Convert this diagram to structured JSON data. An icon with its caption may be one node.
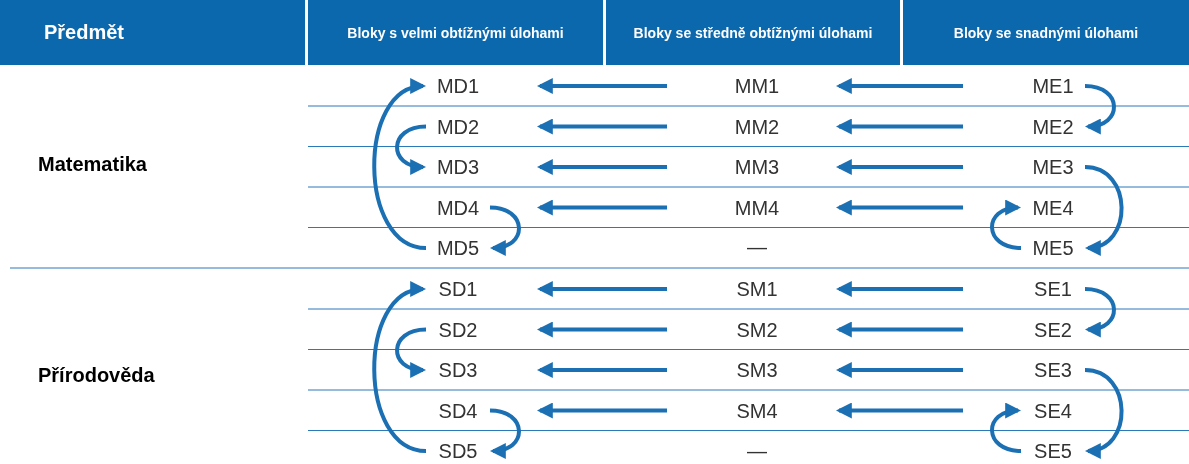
{
  "diagram": {
    "nodes": [
      {
        "text": [
          "MD1"
        ]
      },
      {
        "text": [
          "MM1"
        ]
      },
      {
        "text": [
          "ME1"
        ]
      },
      {
        "text": [
          "MD2"
        ]
      },
      {
        "text": [
          "MM2"
        ]
      },
      {
        "text": [
          "ME2"
        ]
      },
      {
        "text": [
          "MD3"
        ]
      },
      {
        "text": [
          "MM3"
        ]
      },
      {
        "text": [
          "ME3"
        ]
      },
      {
        "text": [
          "MD4"
        ]
      },
      {
        "text": [
          "MM4"
        ]
      },
      {
        "text": [
          "ME4"
        ]
      },
      {
        "text": [
          "MD5"
        ]
      },
      {
        "text": [
          "ME5"
        ]
      },
      {
        "text": [
          "SD1"
        ]
      },
      {
        "text": [
          "SM1"
        ]
      },
      {
        "text": [
          "SE1"
        ]
      },
      {
        "text": [
          "SD2"
        ]
      },
      {
        "text": [
          "SM2"
        ]
      },
      {
        "text": [
          "SE2"
        ]
      },
      {
        "text": [
          "SD3"
        ]
      },
      {
        "text": [
          "SM3"
        ]
      },
      {
        "text": [
          "SE3"
        ]
      },
      {
        "text": [
          "SD4"
        ]
      },
      {
        "text": [
          "SM4"
        ]
      },
      {
        "text": [
          "SE4"
        ]
      },
      {
        "text": [
          "SD5"
        ]
      },
      {
        "text": [
          "SE5"
        ]
      }
    ],
    "edges": [
      {
        "from": 1,
        "to": 0,
        "arrow": "to"
      },
      {
        "from": 2,
        "to": 1,
        "arrow": "to"
      },
      {
        "from": 4,
        "to": 3,
        "arrow": "to"
      },
      {
        "from": 5,
        "to": 4,
        "arrow": "to"
      },
      {
        "from": 7,
        "to": 6,
        "arrow": "to"
      },
      {
        "from": 8,
        "to": 7,
        "arrow": "to"
      },
      {
        "from": 10,
        "to": 9,
        "arrow": "to"
      },
      {
        "from": 11,
        "to": 10,
        "arrow": "to"
      },
      {
        "from": 2,
        "to": 5,
        "arrow": "to"
      },
      {
        "from": 8,
        "to": 13,
        "arrow": "to"
      },
      {
        "from": 13,
        "to": 11,
        "arrow": "to"
      },
      {
        "from": 12,
        "to": 0,
        "arrow": "to"
      },
      {
        "from": 3,
        "to": 6,
        "arrow": "to"
      },
      {
        "from": 9,
        "to": 12,
        "arrow": "to"
      },
      {
        "from": 15,
        "to": 14,
        "arrow": "to"
      },
      {
        "from": 16,
        "to": 15,
        "arrow": "to"
      },
      {
        "from": 18,
        "to": 17,
        "arrow": "to"
      },
      {
        "from": 19,
        "to": 18,
        "arrow": "to"
      },
      {
        "from": 21,
        "to": 20,
        "arrow": "to"
      },
      {
        "from": 22,
        "to": 21,
        "arrow": "to"
      },
      {
        "from": 24,
        "to": 23,
        "arrow": "to"
      },
      {
        "from": 25,
        "to": 24,
        "arrow": "to"
      },
      {
        "from": 16,
        "to": 19,
        "arrow": "to"
      },
      {
        "from": 22,
        "to": 27,
        "arrow": "to"
      },
      {
        "from": 27,
        "to": 25,
        "arrow": "to"
      },
      {
        "from": 26,
        "to": 14,
        "arrow": "to"
      },
      {
        "from": 17,
        "to": 20,
        "arrow": "to"
      },
      {
        "from": 23,
        "to": 26,
        "arrow": "to"
      }
    ],
    "labels": [
      "Předmět",
      "Bloky s velmi obtížnými úlohami",
      "Bloky se středně obtížnými úlohami",
      "Bloky se snadnými úlohami",
      "Matematika",
      "—",
      "Přírodověda",
      "—"
    ]
  }
}
